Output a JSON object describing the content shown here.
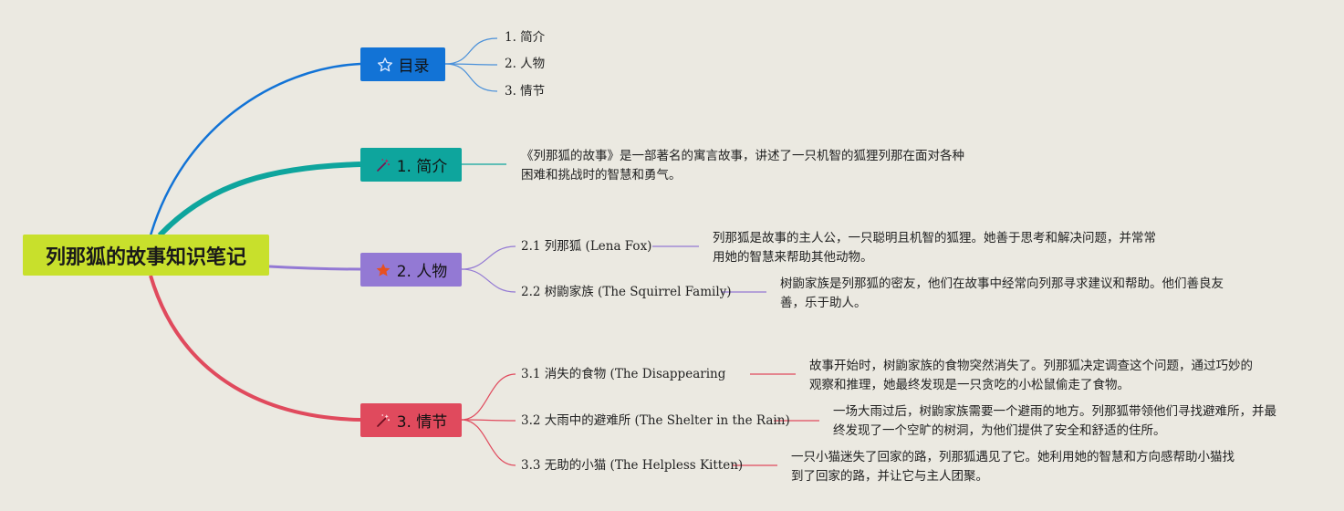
{
  "root": {
    "title": "列那狐的故事知识笔记"
  },
  "toc": {
    "label": "目录",
    "items": [
      "1. 简介",
      "2. 人物",
      "3. 情节"
    ]
  },
  "intro": {
    "label": "1. 简介",
    "text": "《列那狐的故事》是一部著名的寓言故事，讲述了一只机智的狐狸列那在面对各种困难和挑战时的智慧和勇气。"
  },
  "characters": {
    "label": "2. 人物",
    "items": [
      {
        "title": "2.1 列那狐 (Lena Fox)",
        "desc": "列那狐是故事的主人公，一只聪明且机智的狐狸。她善于思考和解决问题，并常常用她的智慧来帮助其他动物。"
      },
      {
        "title": "2.2 树鼩家族 (The Squirrel Family)",
        "desc": "树鼩家族是列那狐的密友，他们在故事中经常向列那寻求建议和帮助。他们善良友善，乐于助人。"
      }
    ]
  },
  "plot": {
    "label": "3. 情节",
    "items": [
      {
        "title": "3.1 消失的食物 (The Disappearing",
        "desc": "故事开始时，树鼩家族的食物突然消失了。列那狐决定调查这个问题，通过巧妙的观察和推理，她最终发现是一只贪吃的小松鼠偷走了食物。"
      },
      {
        "title": "3.2 大雨中的避难所 (The Shelter in the Rain)",
        "desc": "一场大雨过后，树鼩家族需要一个避雨的地方。列那狐带领他们寻找避难所，并最终发现了一个空旷的树洞，为他们提供了安全和舒适的住所。"
      },
      {
        "title": "3.3 无助的小猫 (The Helpless Kitten)",
        "desc": "一只小猫迷失了回家的路，列那狐遇见了它。她利用她的智慧和方向感帮助小猫找到了回家的路，并让它与主人团聚。"
      }
    ]
  },
  "colors": {
    "root": "#c8e02c",
    "toc": "#1273d6",
    "intro": "#0ea59d",
    "characters": "#9379d4",
    "plot": "#e04a5d",
    "background": "#ebe9e1"
  },
  "icons": {
    "toc": "star-outline-icon",
    "intro": "magic-wand-icon",
    "characters": "star-filled-icon",
    "plot": "magic-wand-icon"
  }
}
